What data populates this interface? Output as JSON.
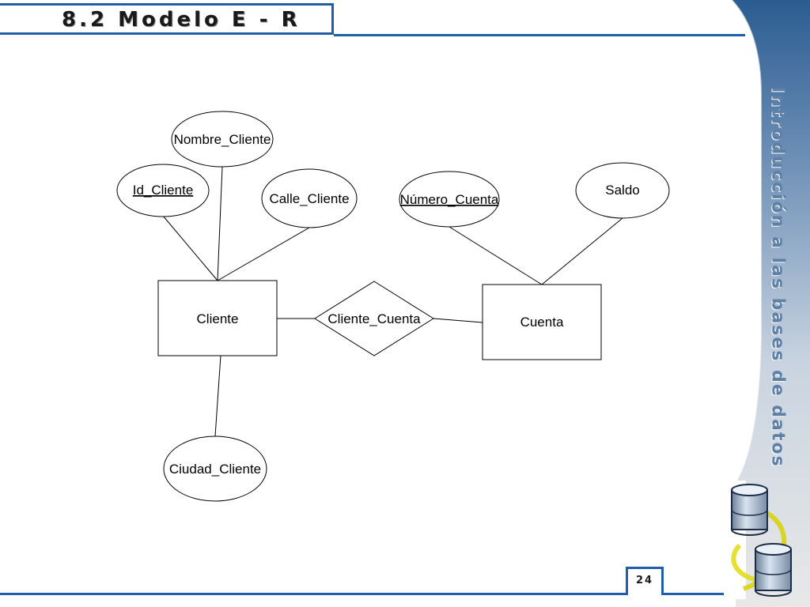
{
  "header": {
    "title": "8.2 Modelo E - R"
  },
  "sidebar": {
    "text": "Introducción a las bases de datos",
    "icon": "database-icon"
  },
  "footer": {
    "page_number": "24"
  },
  "diagram": {
    "entities": [
      {
        "id": "cliente",
        "label": "Cliente"
      },
      {
        "id": "cuenta",
        "label": "Cuenta"
      }
    ],
    "relationships": [
      {
        "id": "cliente_cuenta",
        "label": "Cliente_Cuenta"
      }
    ],
    "attributes": [
      {
        "id": "nombre_cliente",
        "label": "Nombre_Cliente",
        "key": false
      },
      {
        "id": "id_cliente",
        "label": "Id_Cliente",
        "key": true
      },
      {
        "id": "calle_cliente",
        "label": "Calle_Cliente",
        "key": false
      },
      {
        "id": "numero_cuenta",
        "label": "Número_Cuenta",
        "key": true
      },
      {
        "id": "saldo",
        "label": "Saldo",
        "key": false
      },
      {
        "id": "ciudad_cliente",
        "label": "Ciudad_Cliente",
        "key": false
      }
    ]
  },
  "colors": {
    "accent": "#1f5fa8",
    "sidebar_dark": "#2b5c91",
    "sidebar_light": "#e6e6e6"
  }
}
